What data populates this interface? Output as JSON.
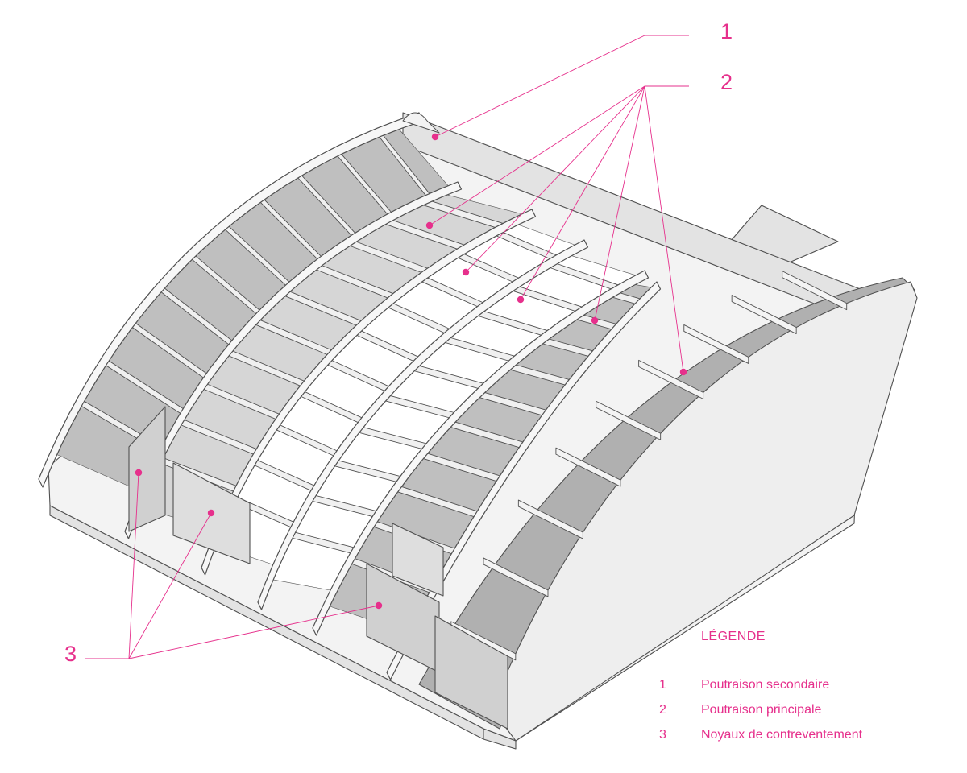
{
  "colors": {
    "accent": "#e6308c",
    "structure_stroke": "#505050",
    "face_light": "#f3f3f3",
    "face_mid": "#e3e3e3",
    "face_dark": "#bfbfbf",
    "face_darker": "#b0b0b0"
  },
  "callouts": [
    {
      "number": "1",
      "label": "Poutraison secondaire"
    },
    {
      "number": "2",
      "label": "Poutraison principale"
    },
    {
      "number": "3",
      "label": "Noyaux de contreventement"
    }
  ],
  "legend": {
    "title": "LÉGENDE",
    "items": [
      {
        "number": "1",
        "label": "Poutraison secondaire"
      },
      {
        "number": "2",
        "label": "Poutraison principale"
      },
      {
        "number": "3",
        "label": "Noyaux de contreventement"
      }
    ]
  }
}
